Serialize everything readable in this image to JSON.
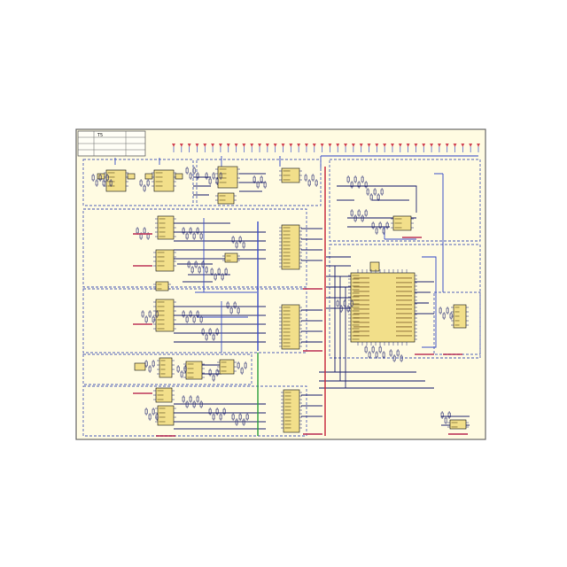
{
  "schematic": {
    "title_block": {
      "code": "T5",
      "caption": "",
      "sheet_note": ""
    },
    "colors": {
      "page_background": "#ffffff",
      "sheet_fill": "#fffbe2",
      "sheet_border": "#666666",
      "section_border": "#5060b8",
      "component_fill": "#f2df8a",
      "component_stroke": "#2a2a2a",
      "wire_dark": "#1f2370",
      "wire_blue": "#3b4fc8",
      "bus_red": "#c8283e",
      "bus_green": "#2aa03c",
      "power_tag_red": "#d04050",
      "net_label_red": "#c04060"
    },
    "sections": [
      {
        "id": "top-left-regulators"
      },
      {
        "id": "top-middle-supply"
      },
      {
        "id": "left-column-a"
      },
      {
        "id": "left-column-b"
      },
      {
        "id": "left-column-c"
      },
      {
        "id": "left-column-d"
      },
      {
        "id": "center-column"
      },
      {
        "id": "right-controller"
      },
      {
        "id": "right-connector"
      }
    ],
    "components": [
      {
        "id": "reg-1",
        "kind": "regulator"
      },
      {
        "id": "reg-2",
        "kind": "regulator"
      },
      {
        "id": "ic-top-1",
        "kind": "ic"
      },
      {
        "id": "ic-top-2",
        "kind": "ic"
      },
      {
        "id": "ic-left-1",
        "kind": "ic"
      },
      {
        "id": "ic-left-2",
        "kind": "ic"
      },
      {
        "id": "ic-left-3",
        "kind": "ic"
      },
      {
        "id": "ic-left-4",
        "kind": "ic"
      },
      {
        "id": "ic-left-5",
        "kind": "ic"
      },
      {
        "id": "ic-left-6",
        "kind": "ic"
      },
      {
        "id": "ic-left-7",
        "kind": "ic"
      },
      {
        "id": "ic-left-8",
        "kind": "ic"
      },
      {
        "id": "ic-mid-1",
        "kind": "ic"
      },
      {
        "id": "ic-mid-2",
        "kind": "ic"
      },
      {
        "id": "ic-mid-3",
        "kind": "ic"
      },
      {
        "id": "ic-small-1",
        "kind": "ic"
      },
      {
        "id": "ic-small-2",
        "kind": "ic"
      },
      {
        "id": "ic-small-3",
        "kind": "ic"
      },
      {
        "id": "microcontroller",
        "kind": "mcu"
      },
      {
        "id": "connector-1",
        "kind": "connector"
      },
      {
        "id": "connector-2",
        "kind": "connector"
      }
    ],
    "power_rail_tag_count": 40
  }
}
